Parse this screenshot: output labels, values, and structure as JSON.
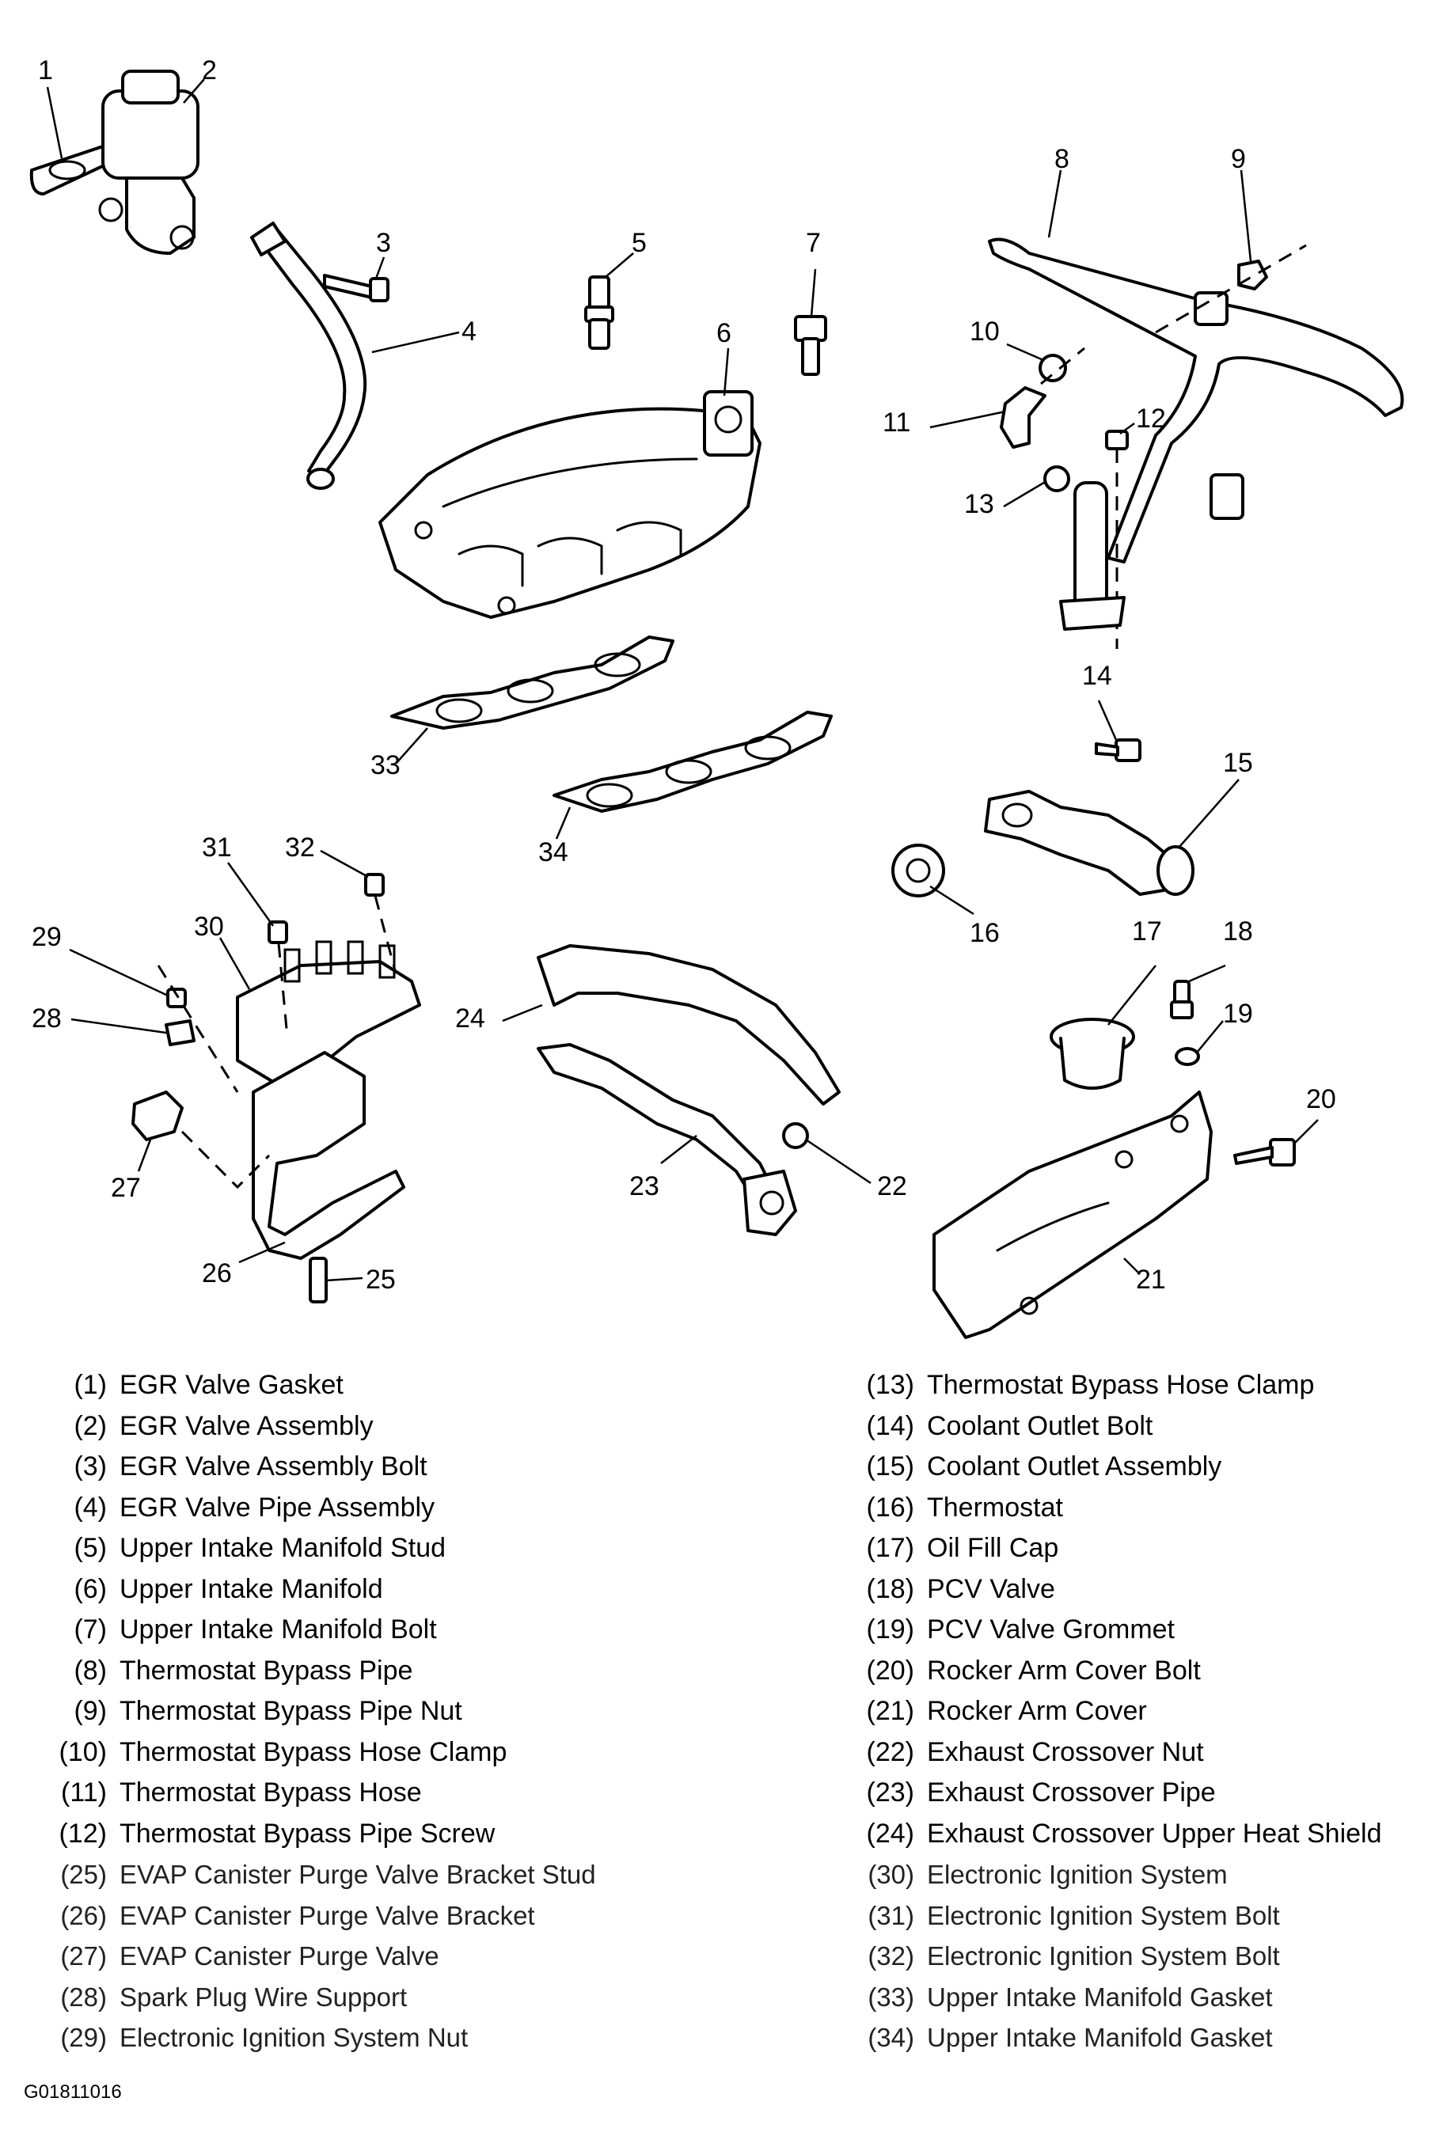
{
  "callout_numbers": [
    "1",
    "2",
    "3",
    "4",
    "5",
    "6",
    "7",
    "8",
    "9",
    "10",
    "11",
    "12",
    "13",
    "14",
    "15",
    "16",
    "17",
    "18",
    "19",
    "20",
    "21",
    "22",
    "23",
    "24",
    "25",
    "26",
    "27",
    "28",
    "29",
    "30",
    "31",
    "32",
    "33",
    "34"
  ],
  "legend_left": [
    {
      "num": "(1)",
      "label": "EGR Valve Gasket"
    },
    {
      "num": "(2)",
      "label": "EGR Valve Assembly"
    },
    {
      "num": "(3)",
      "label": "EGR Valve Assembly Bolt"
    },
    {
      "num": "(4)",
      "label": "EGR Valve Pipe Assembly"
    },
    {
      "num": "(5)",
      "label": "Upper Intake Manifold Stud"
    },
    {
      "num": "(6)",
      "label": "Upper Intake Manifold"
    },
    {
      "num": "(7)",
      "label": "Upper Intake Manifold Bolt"
    },
    {
      "num": "(8)",
      "label": "Thermostat Bypass Pipe"
    },
    {
      "num": "(9)",
      "label": "Thermostat Bypass Pipe Nut"
    },
    {
      "num": "(10)",
      "label": "Thermostat Bypass Hose Clamp"
    },
    {
      "num": "(11)",
      "label": "Thermostat Bypass Hose"
    },
    {
      "num": "(12)",
      "label": "Thermostat Bypass Pipe Screw"
    },
    {
      "num": "(25)",
      "label": "EVAP Canister Purge Valve Bracket Stud"
    },
    {
      "num": "(26)",
      "label": "EVAP Canister Purge Valve Bracket"
    },
    {
      "num": "(27)",
      "label": "EVAP Canister Purge Valve"
    },
    {
      "num": "(28)",
      "label": "Spark Plug Wire Support"
    },
    {
      "num": "(29)",
      "label": "Electronic Ignition System Nut"
    }
  ],
  "legend_right": [
    {
      "num": "(13)",
      "label": "Thermostat Bypass Hose Clamp"
    },
    {
      "num": "(14)",
      "label": "Coolant Outlet Bolt"
    },
    {
      "num": "(15)",
      "label": "Coolant Outlet Assembly"
    },
    {
      "num": "(16)",
      "label": "Thermostat"
    },
    {
      "num": "(17)",
      "label": "Oil Fill Cap"
    },
    {
      "num": "(18)",
      "label": "PCV Valve"
    },
    {
      "num": "(19)",
      "label": "PCV Valve Grommet"
    },
    {
      "num": "(20)",
      "label": "Rocker Arm Cover Bolt"
    },
    {
      "num": "(21)",
      "label": "Rocker Arm Cover"
    },
    {
      "num": "(22)",
      "label": "Exhaust Crossover Nut"
    },
    {
      "num": "(23)",
      "label": "Exhaust Crossover Pipe"
    },
    {
      "num": "(24)",
      "label": "Exhaust Crossover Upper Heat Shield"
    },
    {
      "num": "(30)",
      "label": "Electronic Ignition System"
    },
    {
      "num": "(31)",
      "label": "Electronic Ignition System Bolt"
    },
    {
      "num": "(32)",
      "label": "Electronic Ignition System Bolt"
    },
    {
      "num": "(33)",
      "label": "Upper Intake Manifold Gasket"
    },
    {
      "num": "(34)",
      "label": "Upper Intake Manifold Gasket"
    }
  ],
  "figure_id": "G01811016"
}
